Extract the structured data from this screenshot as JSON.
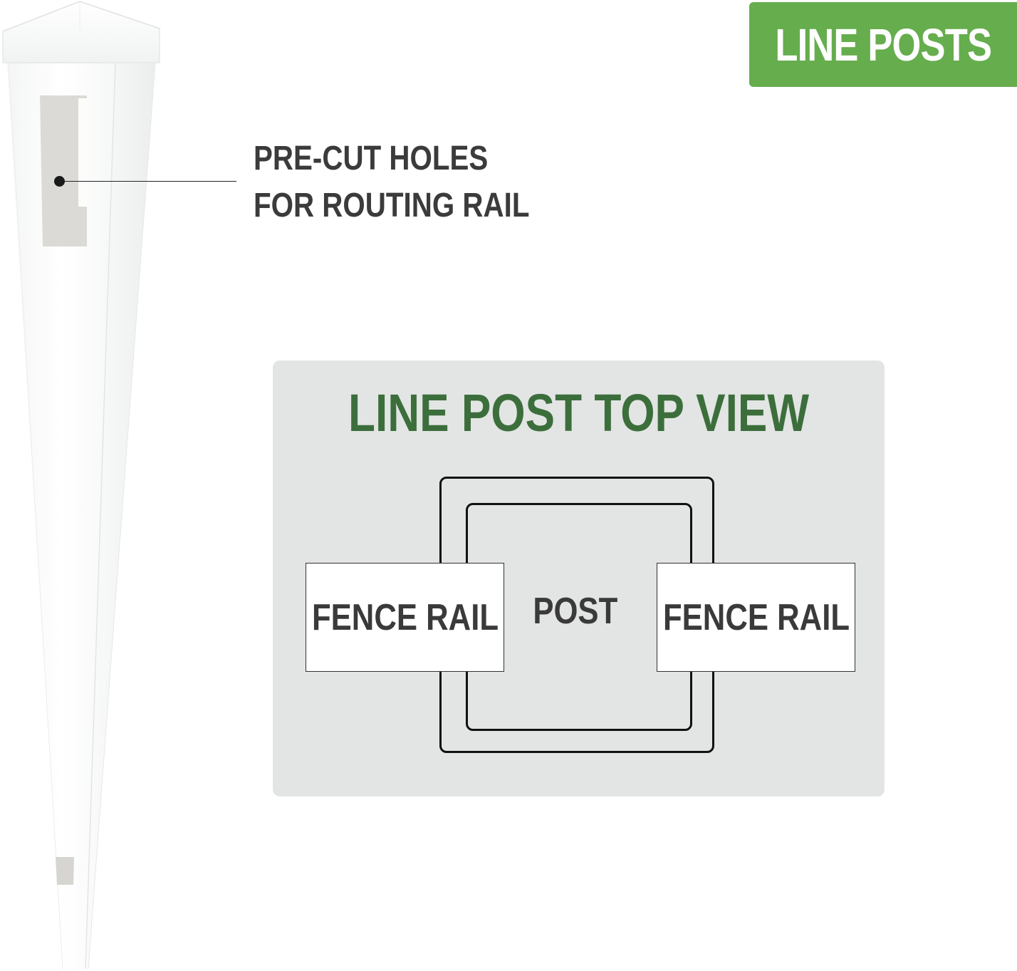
{
  "badge": {
    "label": "LINE POSTS",
    "color": "#66ad4e"
  },
  "callout": {
    "line1": "PRE-CUT HOLES",
    "line2": "FOR ROUTING RAIL"
  },
  "diagram": {
    "title": "LINE POST TOP VIEW",
    "title_color": "#3c6e3c",
    "panel_color": "#e2e5e3",
    "left_rail_label": "FENCE RAIL",
    "center_label": "POST",
    "right_rail_label": "FENCE RAIL"
  }
}
